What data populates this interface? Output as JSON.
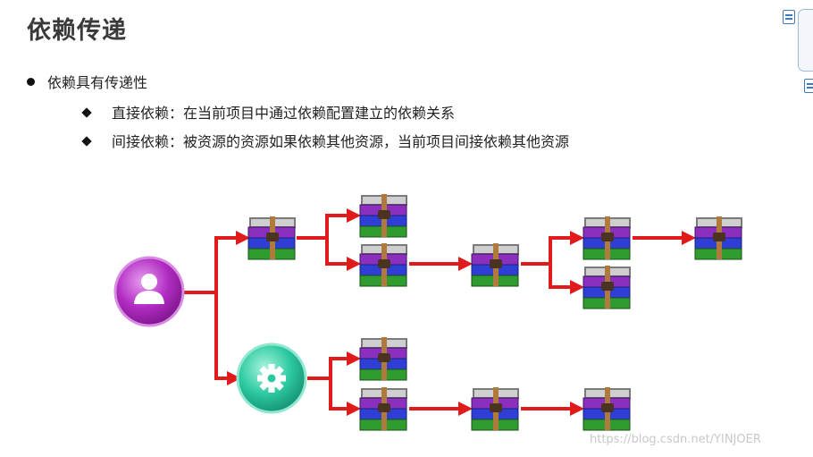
{
  "title": "依赖传递",
  "bullet": "依赖具有传递性",
  "items": [
    "直接依赖：在当前项目中通过依赖配置建立的依赖关系",
    "间接依赖：被资源的资源如果依赖其他资源，当前项目间接依赖其他资源"
  ],
  "watermark": "https://blog.csdn.net/YINJOER",
  "colors": {
    "arrow": "#e11a1a",
    "project_node": "#b12cc2",
    "module_node": "#2cc9a0"
  },
  "diagram": {
    "nodes": [
      {
        "id": "project",
        "icon": "user-icon"
      },
      {
        "id": "module",
        "icon": "gear-icon"
      },
      {
        "id": "jar-a",
        "icon": "jar-icon"
      },
      {
        "id": "jar-a1",
        "icon": "jar-icon"
      },
      {
        "id": "jar-a2",
        "icon": "jar-icon"
      },
      {
        "id": "jar-a3",
        "icon": "jar-icon"
      },
      {
        "id": "jar-a4",
        "icon": "jar-icon"
      },
      {
        "id": "jar-a5",
        "icon": "jar-icon"
      },
      {
        "id": "jar-a6",
        "icon": "jar-icon"
      },
      {
        "id": "jar-b1",
        "icon": "jar-icon"
      },
      {
        "id": "jar-b2",
        "icon": "jar-icon"
      },
      {
        "id": "jar-b3",
        "icon": "jar-icon"
      },
      {
        "id": "jar-b4",
        "icon": "jar-icon"
      }
    ],
    "edges": [
      [
        "project",
        "jar-a"
      ],
      [
        "project",
        "module"
      ],
      [
        "jar-a",
        "jar-a1"
      ],
      [
        "jar-a",
        "jar-a2"
      ],
      [
        "jar-a2",
        "jar-a3"
      ],
      [
        "jar-a3",
        "jar-a4"
      ],
      [
        "jar-a3",
        "jar-a6"
      ],
      [
        "jar-a4",
        "jar-a5"
      ],
      [
        "module",
        "jar-b1"
      ],
      [
        "module",
        "jar-b2"
      ],
      [
        "jar-b2",
        "jar-b3"
      ],
      [
        "jar-b3",
        "jar-b4"
      ]
    ]
  }
}
